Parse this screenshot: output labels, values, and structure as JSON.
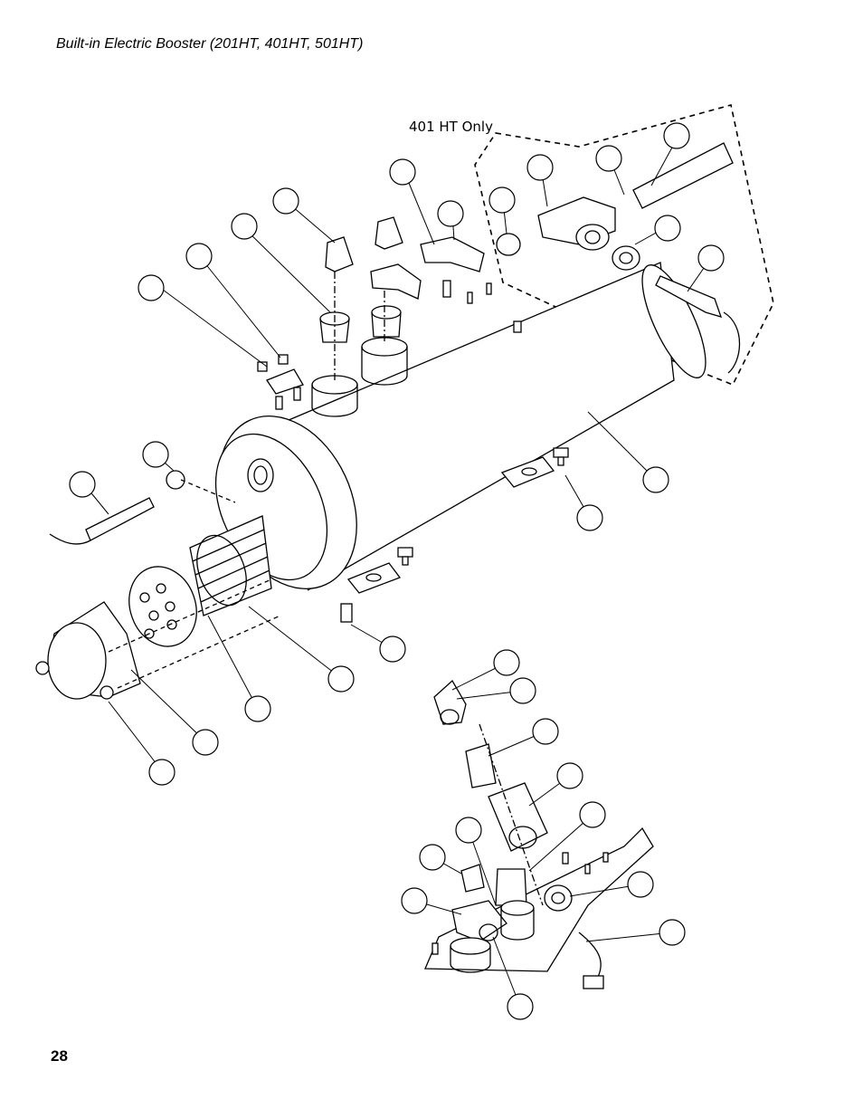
{
  "header": {
    "title": "Built-in Electric Booster (201HT, 401HT, 501HT)"
  },
  "footer": {
    "page_number": "28"
  },
  "diagram": {
    "callout_text": "401 HT Only",
    "line_color": "#000000",
    "fill_color": "#ffffff"
  }
}
